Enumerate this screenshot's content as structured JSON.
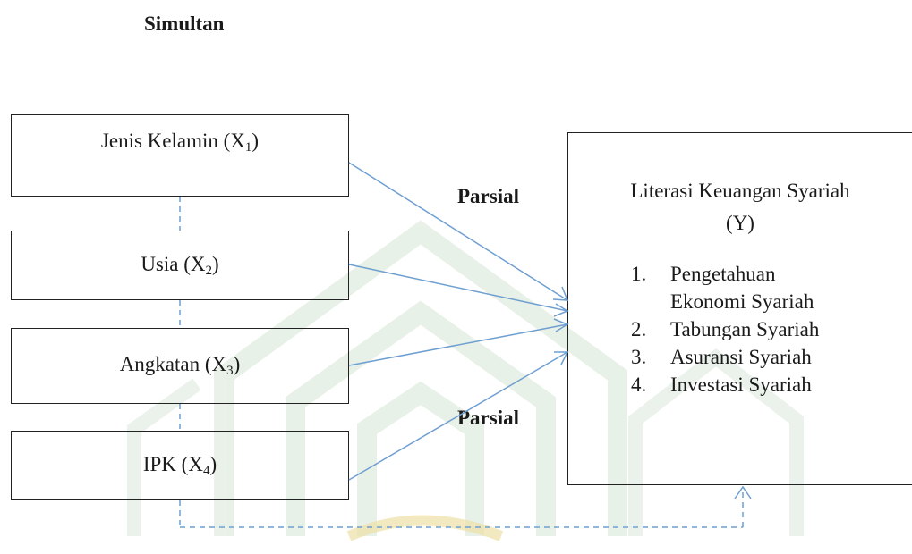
{
  "diagram": {
    "heading": "Simultan",
    "partial_label_top": "Parsial",
    "partial_label_bottom": "Parsial",
    "independent": [
      {
        "name": "Jenis Kelamin (X",
        "sub": "1",
        "close": ")"
      },
      {
        "name": "Usia (X",
        "sub": "2",
        "close": ")"
      },
      {
        "name": "Angkatan (X",
        "sub": "3",
        "close": ")"
      },
      {
        "name": "IPK (X",
        "sub": "4",
        "close": ")"
      }
    ],
    "dependent": {
      "title_line1": "Literasi Keuangan Syariah",
      "title_line2": "(Y)",
      "items": [
        {
          "num": "1.",
          "lines": [
            "Pengetahuan",
            "Ekonomi Syariah"
          ]
        },
        {
          "num": "2.",
          "lines": [
            "Tabungan Syariah"
          ]
        },
        {
          "num": "3.",
          "lines": [
            "Asuransi Syariah"
          ]
        },
        {
          "num": "4.",
          "lines": [
            "Investasi Syariah"
          ]
        }
      ]
    },
    "colors": {
      "arrow": "#6f9fd0",
      "dashed": "#6f9fd0",
      "watermark_green": "#5aa05a",
      "watermark_yellow": "#d8c870"
    }
  }
}
